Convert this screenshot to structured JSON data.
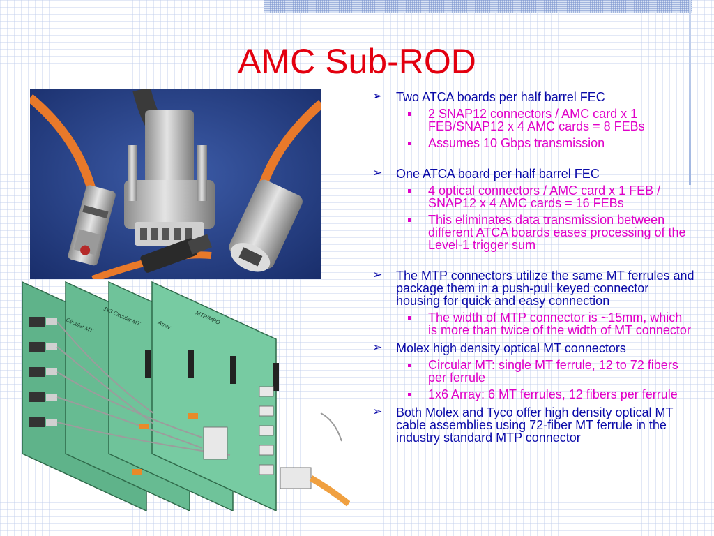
{
  "slide": {
    "title": "AMC Sub-ROD",
    "images": {
      "photo": "connector-photo",
      "diagram": "mt-connector-board-diagram"
    },
    "diagram_labels": [
      "Circular MT",
      "1x3 Circular MT",
      "Array",
      "MTP/MPO"
    ],
    "colors": {
      "title": "#e3000f",
      "level1_text": "#0a0aa8",
      "level2_text": "#e000c8"
    },
    "bullets": [
      {
        "text": "Two ATCA boards per half barrel FEC",
        "sub": [
          "2 SNAP12 connectors / AMC card x 1 FEB/SNAP12 x 4 AMC cards = 8 FEBs",
          "Assumes 10 Gbps transmission"
        ]
      },
      {
        "text": "One ATCA board per half barrel FEC",
        "sub": [
          "4 optical connectors / AMC card x 1 FEB / SNAP12 x 4 AMC cards = 16 FEBs",
          "This eliminates data transmission between different ATCA boards eases processing of the Level-1 trigger sum"
        ]
      },
      {
        "text": "The MTP connectors utilize the same MT ferrules and package them in a push-pull keyed connector housing for quick and easy connection",
        "sub": [
          "The width of MTP connector is ~15mm, which is more than twice of the width of MT connector"
        ]
      },
      {
        "text": "Molex high density optical MT connectors",
        "sub": [
          "Circular MT: single MT ferrule, 12 to 72 fibers per ferrule",
          "1x6 Array: 6 MT ferrules, 12 fibers per ferrule"
        ]
      },
      {
        "text": "Both Molex and Tyco offer high density optical MT cable assemblies using 72-fiber MT ferrule in the industry standard MTP connector",
        "sub": []
      }
    ]
  }
}
